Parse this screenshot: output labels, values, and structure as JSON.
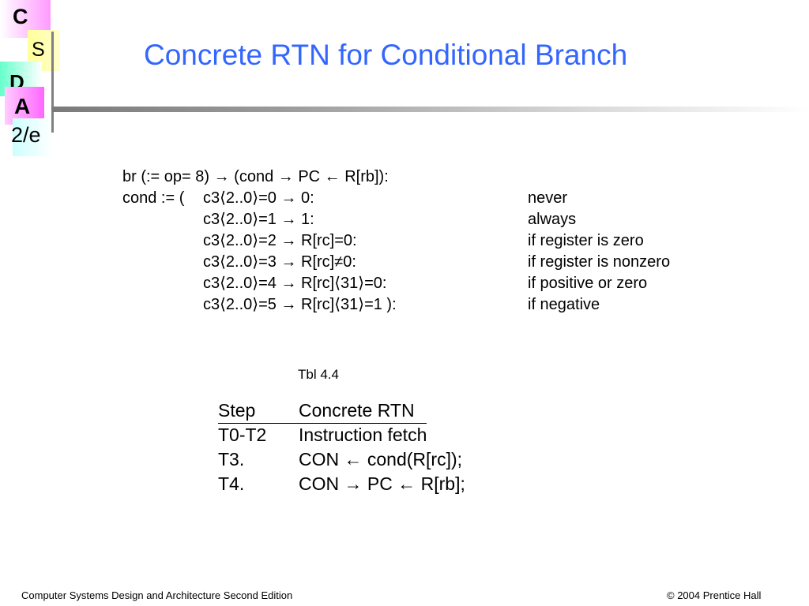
{
  "logo": {
    "letters": [
      "C",
      "S",
      "D",
      "A",
      "2/e"
    ],
    "colors": {
      "c_box": "#ff99ff",
      "s_box": "#ffff99",
      "d_box": "#66ffcc",
      "a_box": "#ff66ff",
      "e_box": "#ccffff"
    }
  },
  "title": "Concrete RTN for Conditional Branch",
  "rtn": {
    "br_line": "br (:= op= 8) → (cond → PC ← R[rb]):",
    "cond_prefix": "cond := ( ",
    "conditions": [
      {
        "expr": "c3⟨2..0⟩=0 → 0:",
        "desc": "never"
      },
      {
        "expr": "c3⟨2..0⟩=1 → 1:",
        "desc": "always"
      },
      {
        "expr": "c3⟨2..0⟩=2 → R[rc]=0:",
        "desc": "if register is zero"
      },
      {
        "expr": "c3⟨2..0⟩=3 → R[rc]≠0:",
        "desc": "if register is nonzero"
      },
      {
        "expr": "c3⟨2..0⟩=4 → R[rc]⟨31⟩=0:",
        "desc": "if positive or zero"
      },
      {
        "expr": "c3⟨2..0⟩=5 → R[rc]⟨31⟩=1 ):",
        "desc": "if negative"
      }
    ]
  },
  "table": {
    "label": "Tbl 4.4",
    "header": {
      "step": "Step",
      "rtn": "Concrete RTN"
    },
    "rows": [
      {
        "step": "T0-T2",
        "rtn": "Instruction fetch"
      },
      {
        "step": "T3.",
        "rtn": "CON ← cond(R[rc]);"
      },
      {
        "step": "T4.",
        "rtn": "CON → PC ← R[rb];"
      }
    ]
  },
  "footer": {
    "left": "Computer Systems Design and Architecture Second Edition",
    "right": "© 2004 Prentice Hall"
  }
}
